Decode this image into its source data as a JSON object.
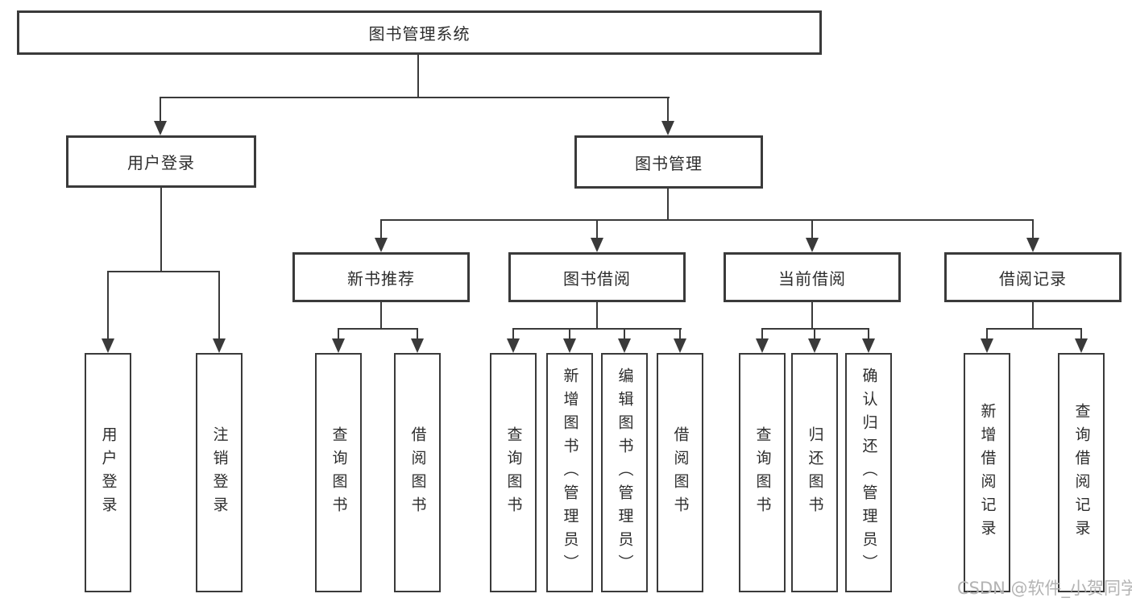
{
  "diagram": {
    "type": "tree-diagram",
    "title": "图书管理系统"
  },
  "nodes": {
    "root": "图书管理系统",
    "user_login_branch": "用户登录",
    "book_management": "图书管理",
    "new_book_recommend": "新书推荐",
    "book_borrowing": "图书借阅",
    "current_borrowing": "当前借阅",
    "borrowing_records": "借阅记录",
    "leaf_user_login": "用户登录",
    "leaf_logout": "注销登录",
    "leaf_query_books_recommend": "查询图书",
    "leaf_borrow_books_recommend": "借阅图书",
    "leaf_query_books_borrowing": "查询图书",
    "leaf_add_books_admin": "新增图书（管理员）",
    "leaf_edit_books_admin": "编辑图书（管理员）",
    "leaf_borrow_books_borrowing": "借阅图书",
    "leaf_query_books_current": "查询图书",
    "leaf_return_books": "归还图书",
    "leaf_confirm_return_admin": "确认归还（管理员）",
    "leaf_add_borrow_record": "新增借阅记录",
    "leaf_query_borrow_record": "查询借阅记录"
  },
  "hierarchy": {
    "图书管理系统": {
      "用户登录": [
        "用户登录",
        "注销登录"
      ],
      "图书管理": {
        "新书推荐": [
          "查询图书",
          "借阅图书"
        ],
        "图书借阅": [
          "查询图书",
          "新增图书（管理员）",
          "编辑图书（管理员）",
          "借阅图书"
        ],
        "当前借阅": [
          "查询图书",
          "归还图书",
          "确认归还（管理员）"
        ],
        "借阅记录": [
          "新增借阅记录",
          "查询借阅记录"
        ]
      }
    }
  },
  "watermark": "CSDN @软件_小贺同学",
  "colors": {
    "line": "#3a3a3a",
    "text": "#2d2d2d",
    "box_background": "#ffffff",
    "page_background": "#ffffff",
    "watermark": "#b3b3b3"
  }
}
